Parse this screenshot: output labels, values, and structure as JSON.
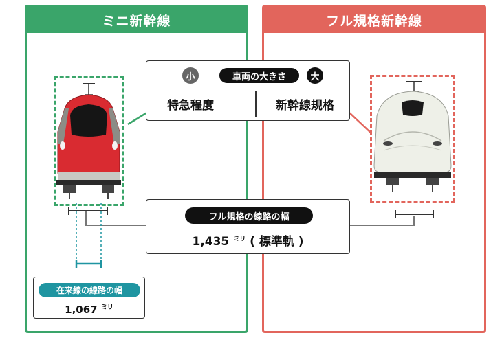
{
  "mini": {
    "title": "ミニ新幹線"
  },
  "full": {
    "title": "フル規格新幹線"
  },
  "size_box": {
    "small_mark": "小",
    "title": "車両の大きさ",
    "large_mark": "大",
    "left_label": "特急程度",
    "right_label": "新幹線規格"
  },
  "gauge_box": {
    "title": "フル規格の線路の幅",
    "value": "1,435",
    "unit": "ミリ",
    "note": "( 標準軌 )"
  },
  "narrow_box": {
    "title": "在来線の線路の幅",
    "value": "1,067",
    "unit": "ミリ"
  },
  "colors": {
    "mini_accent": "#3aa56a",
    "full_accent": "#e2655c",
    "narrow_accent": "#1f95a1",
    "mini_train_body": "#d92b31",
    "full_train_body": "#eef0e8"
  },
  "icons": {
    "mini_train": "mini-shinkansen-train-front-illustration",
    "full_train": "full-shinkansen-train-front-illustration"
  }
}
